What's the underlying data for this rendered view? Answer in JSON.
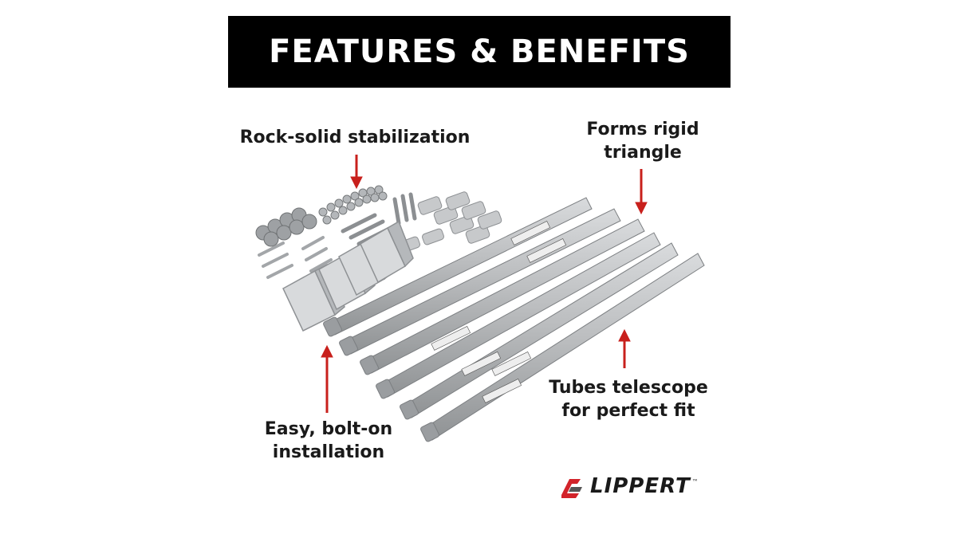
{
  "banner": {
    "title": "FEATURES & BENEFITS"
  },
  "callouts": {
    "top_left": [
      "Rock-solid stabilization"
    ],
    "top_right": [
      "Forms rigid",
      "triangle"
    ],
    "bottom_right": [
      "Tubes telescope",
      "for perfect fit"
    ],
    "bottom_left": [
      "Easy, bolt-on",
      "installation"
    ]
  },
  "logo": {
    "text": "LIPPERT",
    "tm": "™"
  },
  "colors": {
    "banner_bg": "#000000",
    "banner_text": "#ffffff",
    "arrow": "#c8201c",
    "tube": "#b9bbbd",
    "logo_red": "#d2232a"
  }
}
